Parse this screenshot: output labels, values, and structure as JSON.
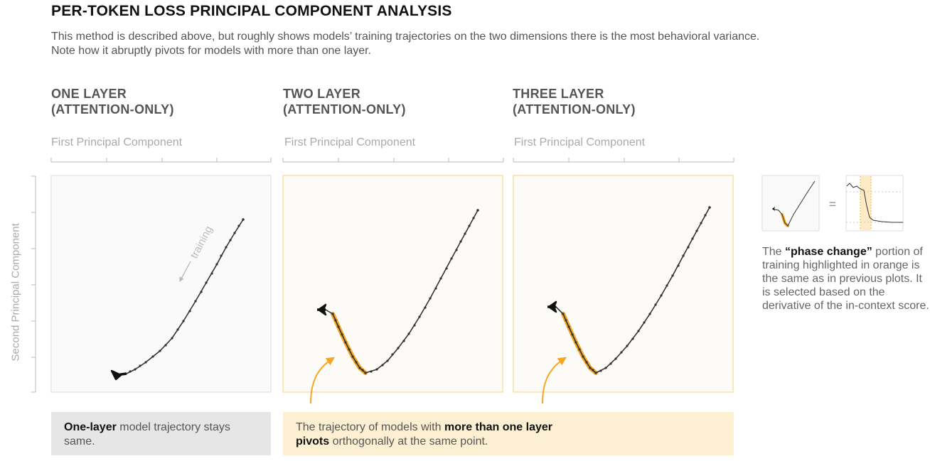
{
  "title": "PER-TOKEN LOSS PRINCIPAL COMPONENT ANALYSIS",
  "description": "This method is described above, but roughly shows models’ training trajectories on the two dimensions there is the most behavioral variance. Note how it abruptly pivots for models with more than one layer.",
  "panels": [
    {
      "heading_line1": "ONE LAYER",
      "heading_line2": "(ATTENTION-ONLY)",
      "x_axis_label": "First Principal Component"
    },
    {
      "heading_line1": "TWO LAYER",
      "heading_line2": "(ATTENTION-ONLY)",
      "x_axis_label": "First Principal Component"
    },
    {
      "heading_line1": "THREE LAYER",
      "heading_line2": "(ATTENTION-ONLY)",
      "x_axis_label": "First Principal Component"
    }
  ],
  "y_axis_label": "Second Principal Component",
  "training_annotation": "training",
  "notes": {
    "one_layer_bold": "One-layer",
    "one_layer_rest": " model trajectory stays same.",
    "multi_pre": "The trajectory of models with ",
    "multi_bold1": "more than one layer",
    "multi_bold2": "pivots",
    "multi_post": " orthogonally at the same point."
  },
  "side": {
    "equals": "=",
    "pre": "The ",
    "bold": "“phase change”",
    "post": " portion of training highlighted in orange is the same as in previous plots. It is selected based on the derivative of the in-context score."
  },
  "colors": {
    "highlight_orange": "#f5a623",
    "panel_border": "#f9e0a8",
    "note_gray": "#e6e6e6",
    "note_orange": "#fdf0d2"
  }
}
